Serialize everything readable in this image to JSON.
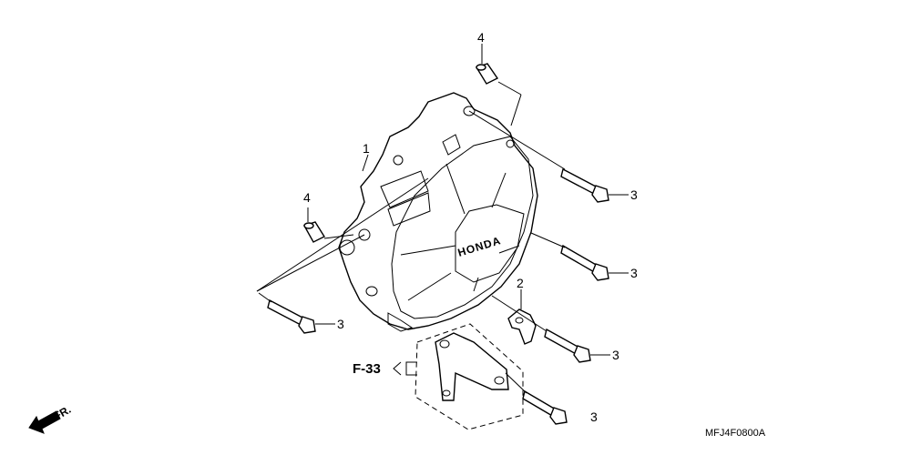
{
  "callouts": {
    "cover": "1",
    "bracket": "2",
    "bolt_1": "3",
    "bolt_2": "3",
    "bolt_3": "3",
    "bolt_4": "3",
    "bolt_5": "3",
    "dowel_top": "4",
    "dowel_left": "4"
  },
  "cover_brand": "HONDA",
  "reference": "F-33",
  "direction_label": "FR.",
  "diagram_code": "MFJ4F0800A"
}
